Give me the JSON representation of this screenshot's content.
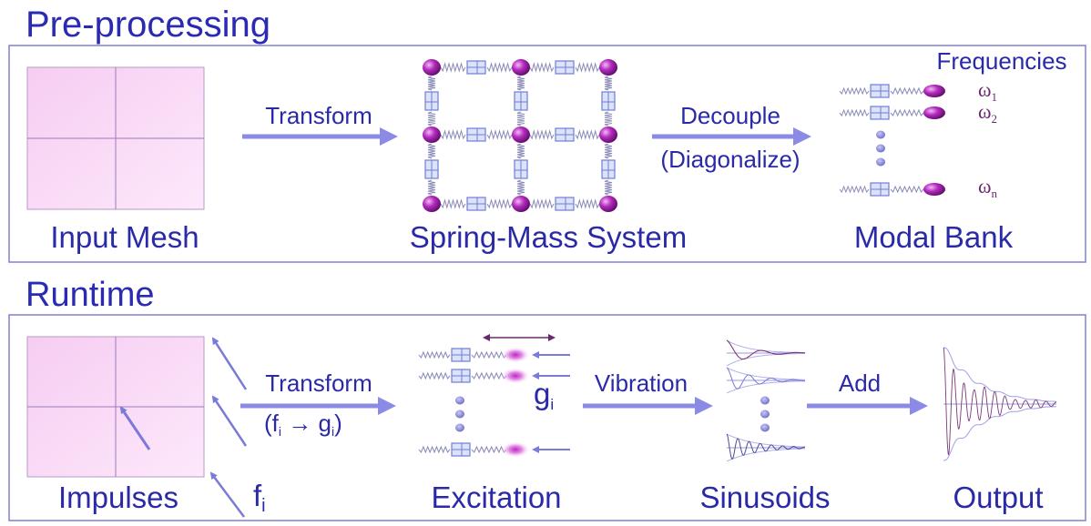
{
  "colors": {
    "title": "#2a2ab2",
    "frame": "#8080d0",
    "arrow": "#8b8be6",
    "mesh_fill": "#f8d8f4",
    "mesh_line": "#9a7cb8",
    "spring": "#8a8ab8",
    "mass": "#9c1ca6",
    "damper": "#6e7ed6",
    "omega": "#6a2870"
  },
  "preprocessing": {
    "title": "Pre-processing",
    "input_mesh_label": "Input Mesh",
    "transform_label": "Transform",
    "spring_mass_label": "Spring-Mass System",
    "decouple_label": "Decouple",
    "diagonalize_label": "(Diagonalize)",
    "frequencies_label": "Frequencies",
    "omega_symbol": "ω",
    "omega_sub_1": "1",
    "omega_sub_2": "2",
    "omega_sub_n": "n",
    "modal_bank_label": "Modal Bank"
  },
  "runtime": {
    "title": "Runtime",
    "impulses_label": "Impulses",
    "f_symbol": "f",
    "f_sub": "i",
    "transform_label": "Transform",
    "map_open": "(f",
    "map_sub_1": "i",
    "map_arrow": " → g",
    "map_sub_2": "i",
    "map_close": ")",
    "g_symbol": "g",
    "g_sub": "i",
    "excitation_label": "Excitation",
    "vibration_label": "Vibration",
    "sinusoids_label": "Sinusoids",
    "add_label": "Add",
    "output_label": "Output"
  }
}
